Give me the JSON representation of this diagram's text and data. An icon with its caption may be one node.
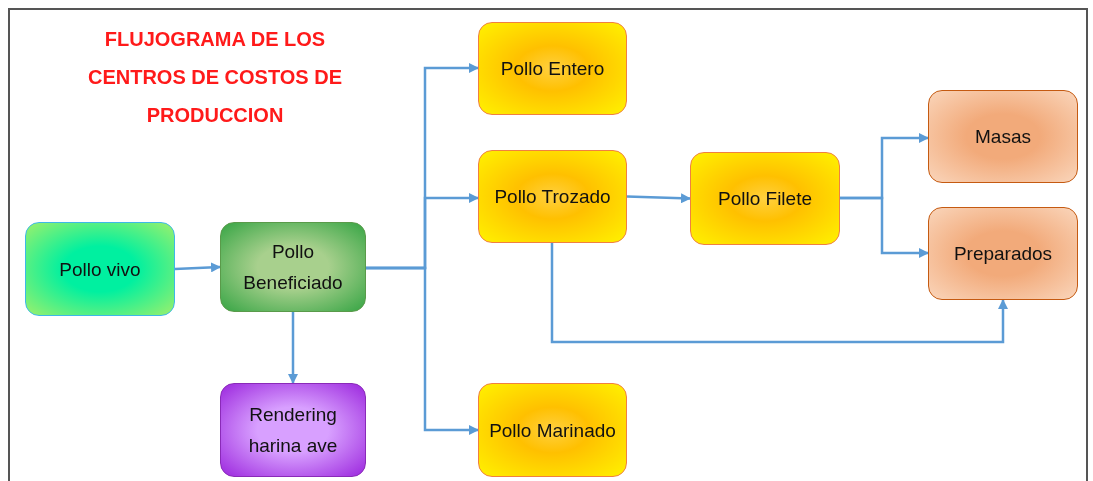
{
  "diagram": {
    "title": "FLUJOGRAMA DE LOS CENTROS DE COSTOS DE PRODUCCION",
    "nodes": [
      {
        "text": [
          "Pollo vivo"
        ]
      },
      {
        "text": [
          "Pollo Beneficiado"
        ]
      },
      {
        "text": [
          "Rendering harina ave"
        ]
      },
      {
        "text": [
          "Pollo Entero"
        ]
      },
      {
        "text": [
          "Pollo Trozado"
        ]
      },
      {
        "text": [
          "Pollo Marinado"
        ]
      },
      {
        "text": [
          "Pollo Filete"
        ]
      },
      {
        "text": [
          "Masas"
        ]
      },
      {
        "text": [
          "Preparados"
        ]
      }
    ],
    "edges": [
      {
        "from": 0,
        "to": 1,
        "arrow": "to"
      },
      {
        "from": 1,
        "to": 2,
        "arrow": "to"
      },
      {
        "from": 1,
        "to": 3,
        "arrow": "to"
      },
      {
        "from": 1,
        "to": 4,
        "arrow": "to"
      },
      {
        "from": 1,
        "to": 5,
        "arrow": "to"
      },
      {
        "from": 4,
        "to": 6,
        "arrow": "to"
      },
      {
        "from": 6,
        "to": 7,
        "arrow": "to"
      },
      {
        "from": 6,
        "to": 8,
        "arrow": "to"
      },
      {
        "from": 4,
        "to": 8,
        "arrow": "to"
      }
    ]
  }
}
